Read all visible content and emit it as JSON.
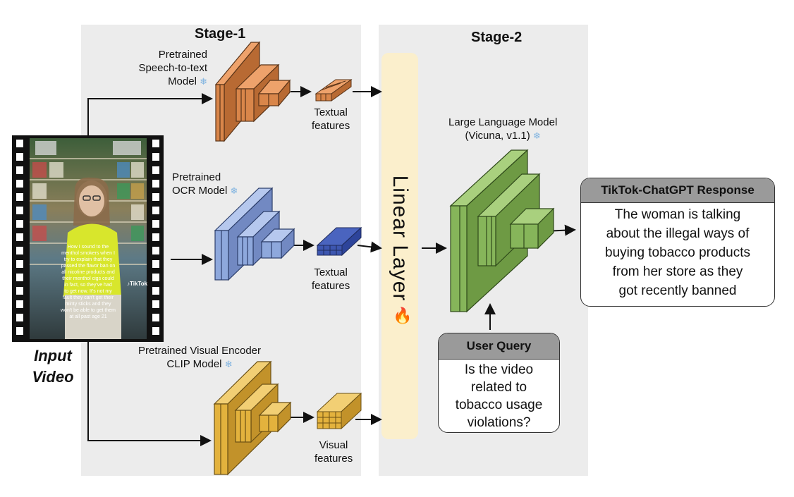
{
  "stages": {
    "stage1": "Stage-1",
    "stage2": "Stage-2"
  },
  "speech_model": {
    "line1": "Pretrained",
    "line2": "Speech-to-text",
    "line3": "Model"
  },
  "ocr_model": {
    "line1": "Pretrained",
    "line2": "OCR Model"
  },
  "visual_model": {
    "line1": "Pretrained Visual Encoder",
    "line2": "CLIP Model"
  },
  "features": {
    "textual_1": [
      "Textual",
      "features"
    ],
    "textual_2": [
      "Textual",
      "features"
    ],
    "visual": [
      "Visual",
      "features"
    ]
  },
  "linear_layer": "Linear Layer",
  "llm": {
    "line1": "Large Language Model",
    "line2": "(Vicuna, v1.1)"
  },
  "response": {
    "title": "TikTok-ChatGPT Response",
    "lines": [
      "The woman is talking",
      "about the illegal ways of",
      "buying tobacco products",
      "from her store as they",
      "got recently banned"
    ]
  },
  "user_query": {
    "title": "User Query",
    "lines": [
      "Is the video",
      "related to",
      "tobacco usage",
      "violations?"
    ]
  },
  "input_video": [
    "Input",
    "Video"
  ],
  "video_caption": "How I sound to the menthol smokers when I try to explain that they passed the flavor ban on all nicotine products and their menthol cigs could in fact, so they've had to get now. It's not my fault they can't get their minty sticks and they won't be able to get them at all past age 21",
  "tiktok_mark": "TikTok",
  "icons": {
    "frozen": "snowflake-icon",
    "trainable": "fire-icon"
  },
  "colors": {
    "stage_bg": "#ececec",
    "orange": "#d9864a",
    "blue": "#8ea8dc",
    "green": "#86b55a",
    "yellow": "#e3b23d",
    "linear_layer": "#fbefcc",
    "box_header": "#9a9a9a"
  }
}
